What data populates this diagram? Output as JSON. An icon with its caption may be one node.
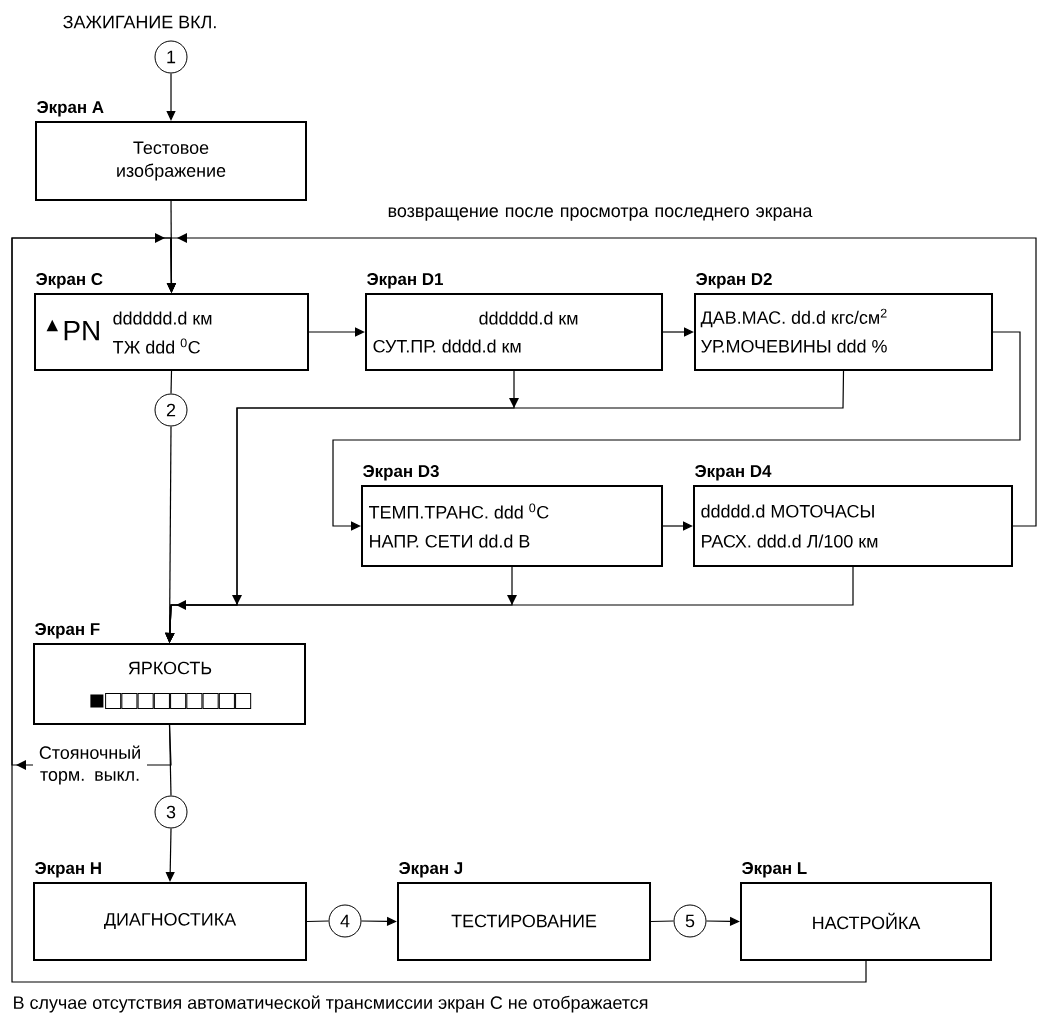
{
  "diagram": {
    "caption": "В случае отсутствия автоматической трансмиссии экран C не отображается",
    "nodes": [
      {
        "text": [
          "1"
        ]
      },
      {
        "text": [
          "Экран A",
          "Тестовое изображение"
        ]
      },
      {
        "text": [
          "Экран C",
          "$^{▲}$PN",
          "dddddd.d км",
          "ТЖ ddd $^{0}$C"
        ]
      },
      {
        "text": [
          "2"
        ]
      },
      {
        "text": [
          "Экран D1",
          "dddddd.d км",
          "СУТ.ПР. dddd.d км"
        ]
      },
      {
        "text": [
          "Экран D2",
          "ДАВ.МАС. dd.d кгс/см$^{2}$",
          "УР.МОЧЕВИНЫ ddd %"
        ]
      },
      {
        "text": [
          "Экран D3",
          "ТЕМП.ТРАНС. ddd $^{0}$C",
          "НАПР. СЕТИ dd.d В"
        ]
      },
      {
        "text": [
          "Экран D4",
          "ddddd.d МОТОЧАСЫ",
          "РАСХ. ddd.d Л/100 км"
        ]
      },
      {
        "text": [
          "Экран F",
          "ЯРКОСТЬ",
          "■□□□□□□□□□"
        ]
      },
      {
        "text": [
          "3"
        ]
      },
      {
        "text": [
          "Экран H",
          "ДИАГНОСТИКА"
        ]
      },
      {
        "text": [
          "4"
        ]
      },
      {
        "text": [
          "Экран J",
          "ТЕСТИРОВАНИЕ"
        ]
      },
      {
        "text": [
          "5"
        ]
      },
      {
        "text": [
          "Экран L",
          "НАСТРОЙКА"
        ]
      }
    ],
    "edges": [
      {
        "from": 0,
        "to": 1,
        "arrow": "to"
      },
      {
        "from": 1,
        "to": 2,
        "arrow": "to"
      },
      {
        "from": 2,
        "to": 3,
        "arrow": "none"
      },
      {
        "from": 3,
        "to": 8,
        "arrow": "to"
      },
      {
        "from": 2,
        "to": 4,
        "arrow": "to"
      },
      {
        "from": 4,
        "to": 5,
        "arrow": "to"
      },
      {
        "from": 5,
        "to": 6,
        "arrow": "to"
      },
      {
        "from": 6,
        "to": 7,
        "arrow": "to"
      },
      {
        "from": 4,
        "to": 8,
        "arrow": "to"
      },
      {
        "from": 5,
        "to": 8,
        "arrow": "to"
      },
      {
        "from": 6,
        "to": 8,
        "arrow": "to"
      },
      {
        "from": 7,
        "to": 8,
        "arrow": "to"
      },
      {
        "from": 7,
        "to": 2,
        "arrow": "to",
        "label": "возвращение после просмотра последнего экрана"
      },
      {
        "from": 14,
        "to": 2,
        "arrow": "to"
      },
      {
        "from": 8,
        "to": 2,
        "arrow": "to",
        "label": "Стояночный торм. выкл."
      },
      {
        "from": 8,
        "to": 9,
        "arrow": "none"
      },
      {
        "from": 9,
        "to": 10,
        "arrow": "to"
      },
      {
        "from": 10,
        "to": 11,
        "arrow": "none"
      },
      {
        "from": 11,
        "to": 12,
        "arrow": "to"
      },
      {
        "from": 12,
        "to": 13,
        "arrow": "none"
      },
      {
        "from": 13,
        "to": 14,
        "arrow": "to"
      }
    ],
    "labels": [
      "ЗАЖИГАНИЕ ВКЛ."
    ]
  }
}
